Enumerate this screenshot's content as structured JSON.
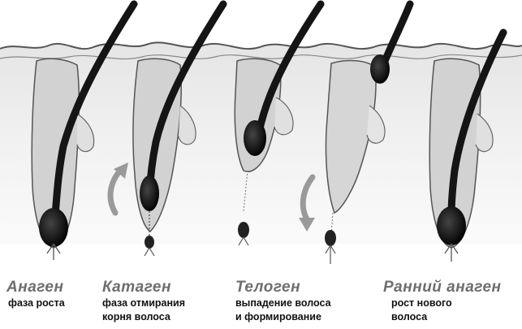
{
  "stages": [
    {
      "title": "Анаген",
      "desc_lines": [
        "фаза роста"
      ]
    },
    {
      "title": "Катаген",
      "desc_lines": [
        "фаза отмирания",
        "корня волоса"
      ]
    },
    {
      "title": "Телоген",
      "desc_lines": [
        "выпадение волоса",
        "и формирование"
      ]
    },
    {
      "title": "Ранний анаген",
      "desc_lines": [
        "рост нового",
        "волоса"
      ]
    }
  ],
  "colors": {
    "skin": "#d9d9d9",
    "skin_outline": "#555555",
    "hair": "#151515",
    "follicle": "#c8c8c8",
    "arrow": "#9a9a9a",
    "title_text": "#6e6e6e",
    "desc_text": "#111111"
  },
  "icons": [
    "upward-arrow-icon",
    "downward-arrow-icon"
  ]
}
